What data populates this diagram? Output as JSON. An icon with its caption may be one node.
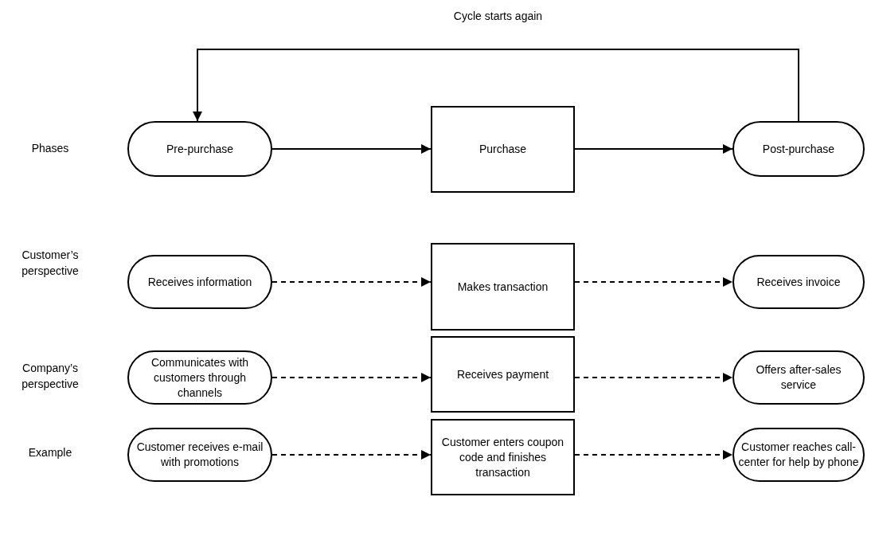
{
  "diagram": {
    "nodes": [
      {
        "text": [
          "Pre-purchase"
        ]
      },
      {
        "text": [
          "Purchase"
        ]
      },
      {
        "text": [
          "Post-purchase"
        ]
      },
      {
        "text": [
          "Receives information"
        ]
      },
      {
        "text": [
          "Makes transaction"
        ]
      },
      {
        "text": [
          "Receives invoice"
        ]
      },
      {
        "text": [
          "Communicates with customers through channels"
        ]
      },
      {
        "text": [
          "Receives payment"
        ]
      },
      {
        "text": [
          "Offers after-sales service"
        ]
      },
      {
        "text": [
          "Customer receives e-mail with promotions"
        ]
      },
      {
        "text": [
          "Customer enters coupon code and finishes transaction"
        ]
      },
      {
        "text": [
          "Customer reaches call-center for help by phone"
        ]
      }
    ],
    "edges": [
      {
        "from": 0,
        "to": 1,
        "arrow": "to"
      },
      {
        "from": 1,
        "to": 2,
        "arrow": "to"
      },
      {
        "from": 2,
        "to": 0,
        "arrow": "to",
        "label": "Cycle starts again"
      },
      {
        "from": 3,
        "to": 4,
        "arrow": "to",
        "style": "dashed"
      },
      {
        "from": 4,
        "to": 5,
        "arrow": "to",
        "style": "dashed"
      },
      {
        "from": 6,
        "to": 7,
        "arrow": "to",
        "style": "dashed"
      },
      {
        "from": 7,
        "to": 8,
        "arrow": "to",
        "style": "dashed"
      },
      {
        "from": 9,
        "to": 10,
        "arrow": "to",
        "style": "dashed"
      },
      {
        "from": 10,
        "to": 11,
        "arrow": "to",
        "style": "dashed"
      }
    ],
    "labels": [
      "Phases",
      "Customer’s perspective",
      "Company’s perspective",
      "Example"
    ]
  }
}
